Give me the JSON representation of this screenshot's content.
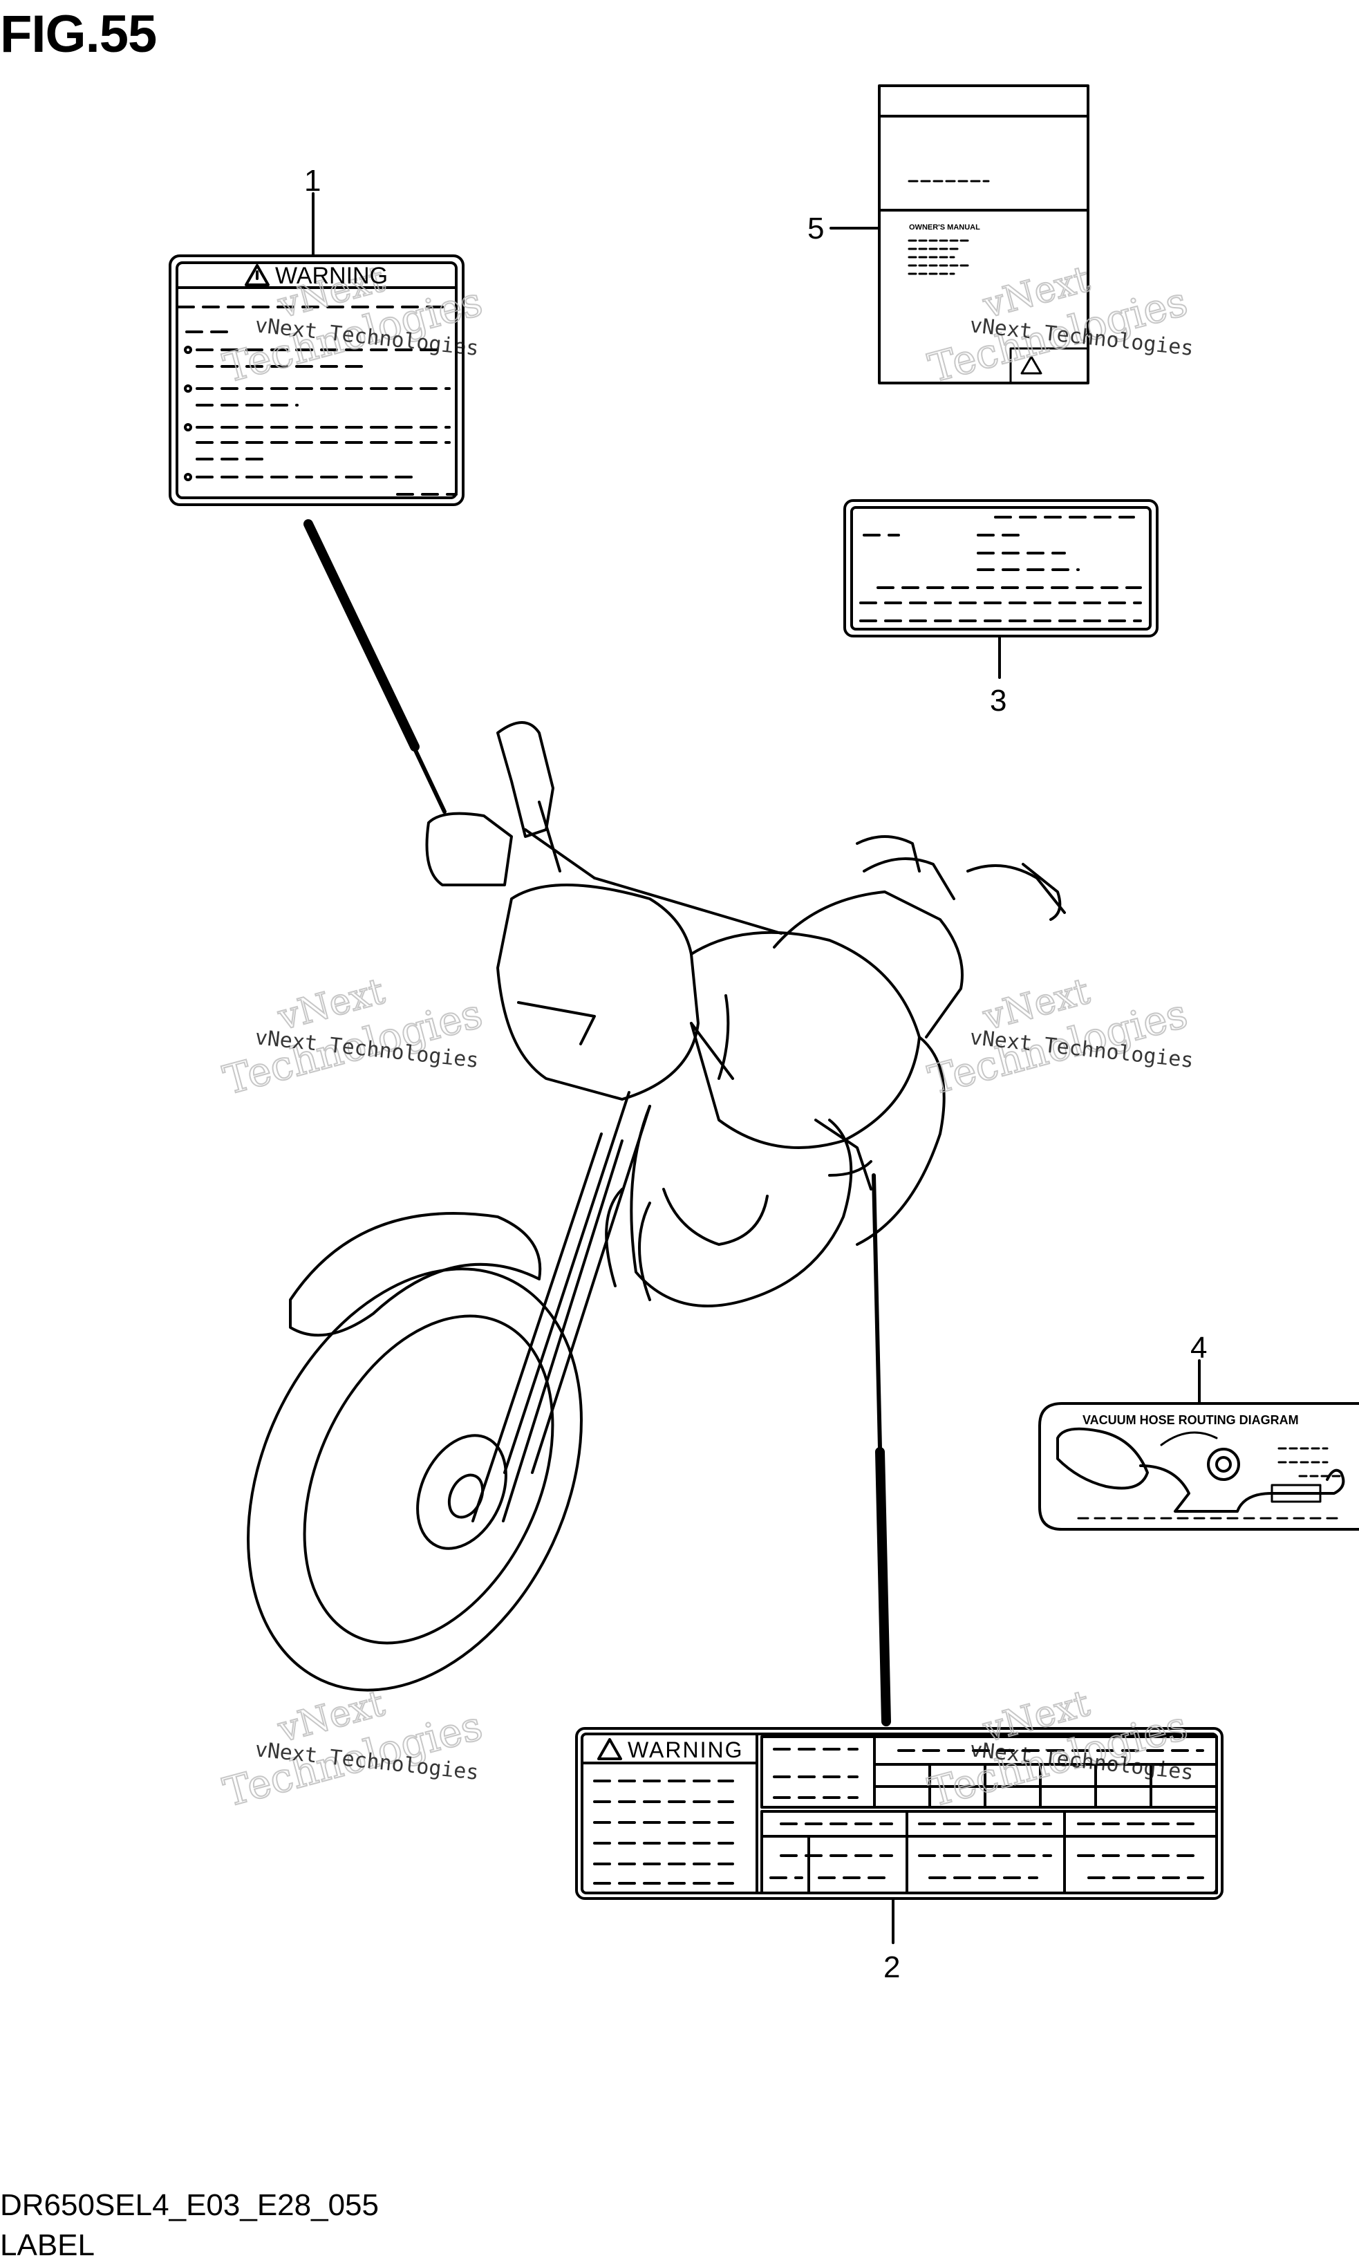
{
  "figure": {
    "title": "FIG.55",
    "code": "DR650SEL4_E03_E28_055",
    "name": "LABEL"
  },
  "callouts": [
    "1",
    "2",
    "3",
    "4",
    "5"
  ],
  "labels": {
    "warning_label_title": "WARNING",
    "warning_label_2_title": "WARNING",
    "vacuum_title": "VACUUM HOSE ROUTING DIAGRAM",
    "manual_title": "OWNER'S MANUAL"
  },
  "watermark": {
    "line1": "vNext Technologies",
    "line2": "vNext",
    "line3": "Technologies"
  }
}
